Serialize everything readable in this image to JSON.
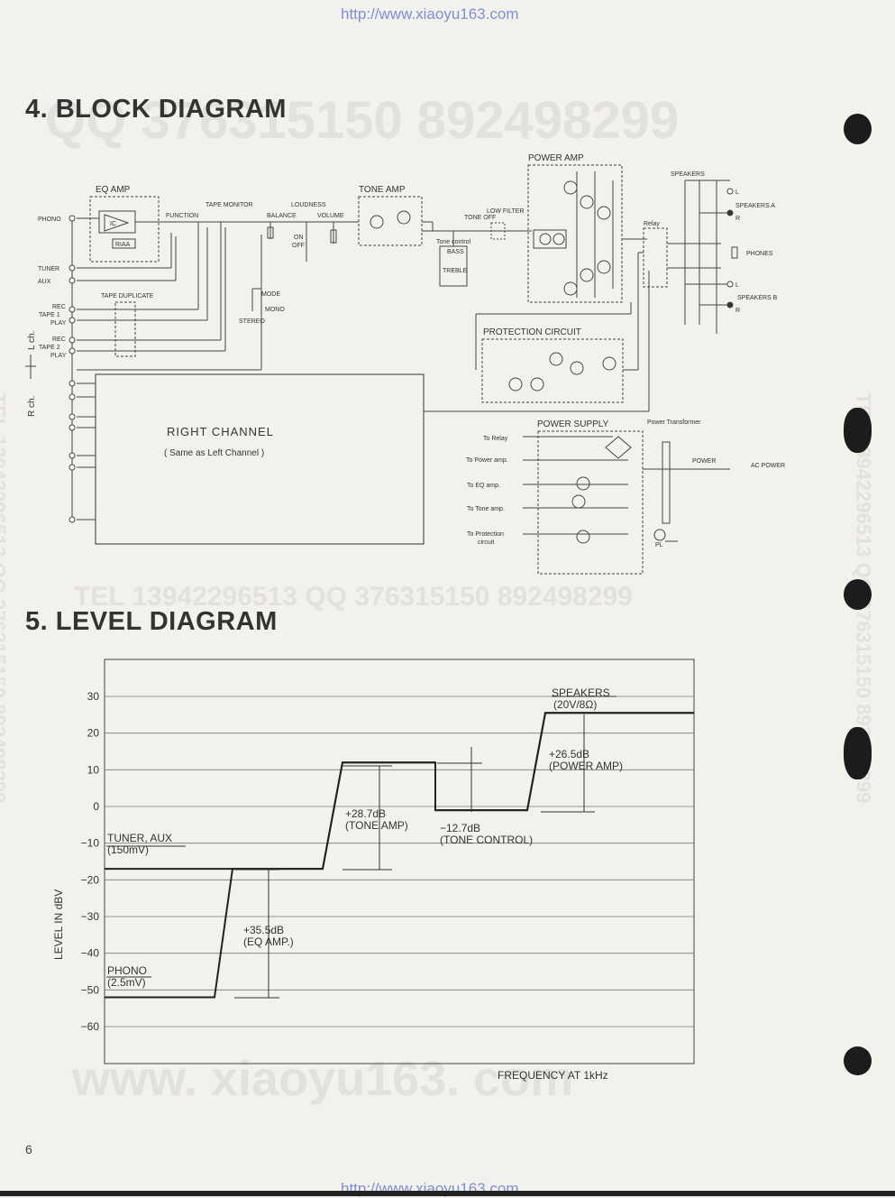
{
  "header": {
    "url": "http://www.xiaoyu163.com"
  },
  "footer": {
    "url": "http://www.xiaoyu163.com",
    "page_number": "6"
  },
  "watermarks": {
    "top": "QQ 376315150   892498299",
    "middle": "TEL 13942296513        QQ 376315150  892498299",
    "bottom": "www. xiaoyu163. com",
    "left_vertical": "TEL 13942296513 QQ 376315150 892498299",
    "right_vertical": "TEL 13942296513 QQ 376315150 892498299"
  },
  "block_diagram": {
    "title": "4. BLOCK DIAGRAM",
    "labels": {
      "eq_amp": "EQ AMP",
      "tone_amp": "TONE AMP",
      "power_amp": "POWER AMP",
      "protection": "PROTECTION CIRCUIT",
      "power_supply": "POWER SUPPLY",
      "right_channel": "RIGHT    CHANNEL",
      "right_channel_sub": "( Same as Left Channel )",
      "phono": "PHONO",
      "tuner": "TUNER",
      "aux": "AUX",
      "tape_duplicate": "TAPE DUPLICATE",
      "rec1": "REC",
      "tape1": "TAPE 1",
      "play1": "PLAY",
      "rec2": "REC",
      "tape2": "TAPE 2",
      "play2": "PLAY",
      "function": "FUNCTION",
      "tape_monitor": "TAPE MONITOR",
      "balance": "BALANCE",
      "loudness": "LOUDNESS",
      "volume": "VOLUME",
      "mode": "MODE",
      "mono": "MONO",
      "stereo": "STEREO",
      "tone_off": "TONE OFF",
      "low_filter": "LOW FILTER",
      "tone_control": "Tone control",
      "bass": "BASS",
      "treble": "TREBLE",
      "relay": "Relay",
      "speakers": "SPEAKERS",
      "speakers_a": "SPEAKERS A",
      "speakers_b": "SPEAKERS B",
      "phones": "PHONES",
      "to_relay": "To Relay",
      "to_power_amp": "To Power amp.",
      "to_eq_amp": "To EQ amp.",
      "to_tone_amp": "To Tone amp.",
      "to_protection": "To Protection",
      "circuit": "circuit",
      "power_transformer": "Power Transformer",
      "power": "POWER",
      "ac_power": "AC POWER",
      "pl": "PL",
      "ric": "IC",
      "riaa": "RIAA",
      "r_ch": "R ch.",
      "l_ch": "L ch.",
      "on": "ON",
      "off": "OFF",
      "l": "L",
      "r": "R"
    }
  },
  "level_diagram": {
    "title": "5. LEVEL DIAGRAM",
    "ylabel": "LEVEL IN dBV",
    "xlabel": "FREQUENCY AT 1kHz",
    "yticks": [
      "30",
      "20",
      "10",
      "0",
      "−10",
      "−20",
      "−30",
      "−40",
      "−50",
      "−60"
    ],
    "annotations": {
      "speakers": "SPEAKERS",
      "speakers_val": "(20V/8Ω)",
      "power_gain": "+26.5dB",
      "power_amp": "(POWER AMP)",
      "tone_gain": "+28.7dB",
      "tone_amp": "(TONE AMP)",
      "tone_ctrl_gain": "−12.7dB",
      "tone_control": "(TONE CONTROL)",
      "tuner_aux": "TUNER, AUX",
      "tuner_val": "(150mV)",
      "eq_gain": "+35.5dB",
      "eq_amp": "(EQ AMP.)",
      "phono": "PHONO",
      "phono_val": "(2.5mV)"
    }
  },
  "chart_data": {
    "type": "line",
    "title": "5. LEVEL DIAGRAM",
    "xlabel": "FREQUENCY AT 1kHz",
    "ylabel": "LEVEL IN dBV",
    "ylim": [
      -70,
      40
    ],
    "series": [
      {
        "name": "PHONO",
        "points": [
          [
            0,
            -52
          ],
          [
            1,
            -52
          ],
          [
            2,
            -17
          ],
          [
            3,
            -17
          ],
          [
            4,
            12
          ],
          [
            5,
            12
          ],
          [
            6,
            -1
          ],
          [
            7,
            -1
          ],
          [
            8,
            25.5
          ],
          [
            9,
            25.5
          ]
        ]
      },
      {
        "name": "TUNER, AUX",
        "points": [
          [
            0,
            -17
          ],
          [
            3,
            -17
          ],
          [
            4,
            12
          ],
          [
            5,
            12
          ],
          [
            6,
            -1
          ],
          [
            7,
            -1
          ],
          [
            8,
            25.5
          ],
          [
            9,
            25.5
          ]
        ]
      }
    ],
    "annotations": [
      {
        "text": "+35.5dB (EQ AMP.)"
      },
      {
        "text": "+28.7dB (TONE AMP)"
      },
      {
        "text": "−12.7dB (TONE CONTROL)"
      },
      {
        "text": "+26.5dB (POWER AMP)"
      },
      {
        "text": "SPEAKERS (20V/8Ω)"
      }
    ]
  }
}
